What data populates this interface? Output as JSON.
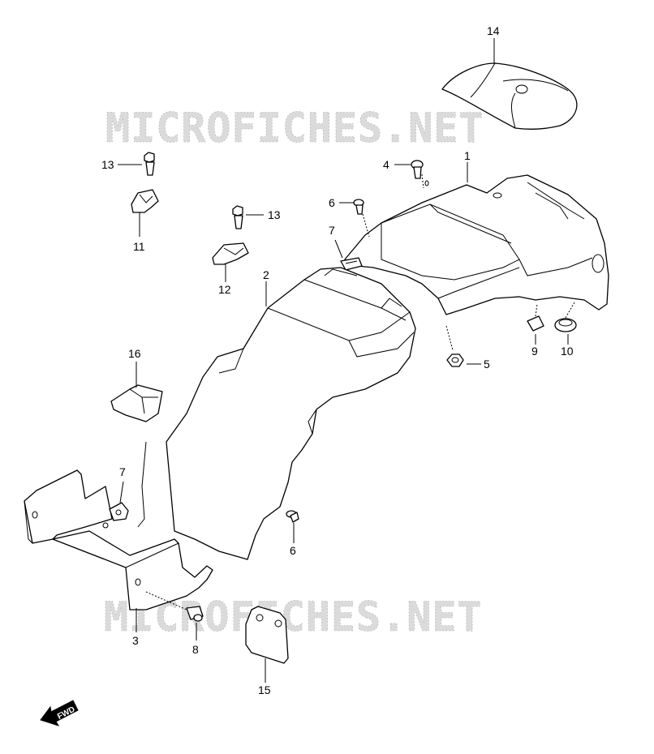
{
  "watermark": "MICROFICHES.NET",
  "fwd_label": "FWD",
  "callouts": [
    "1",
    "2",
    "3",
    "4",
    "5",
    "6",
    "6",
    "7",
    "7",
    "8",
    "9",
    "10",
    "11",
    "12",
    "13",
    "13",
    "14",
    "15",
    "16"
  ]
}
